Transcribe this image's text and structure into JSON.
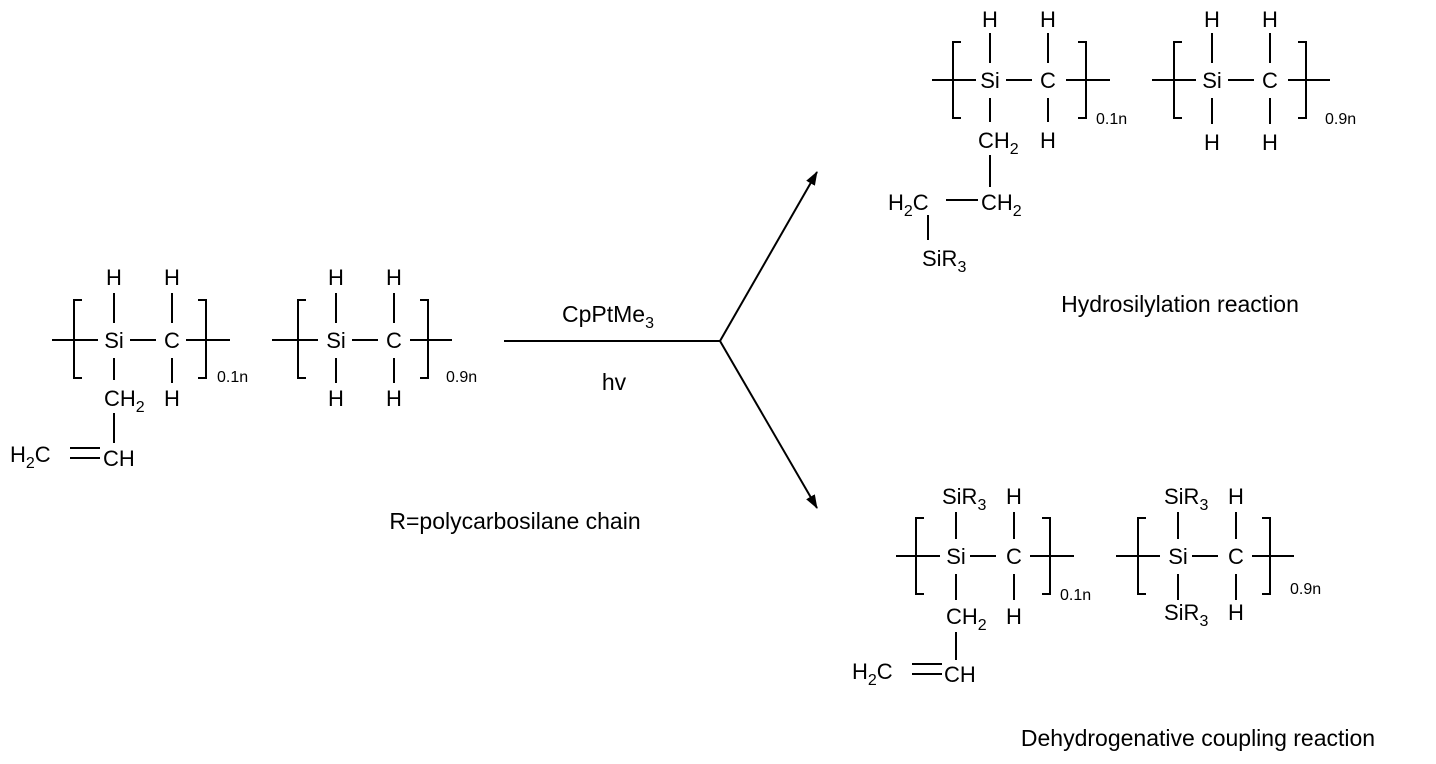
{
  "reagents": {
    "catalyst_main": "CpPtMe",
    "catalyst_sub": "3",
    "condition": "hv"
  },
  "note": "R=polycarbosilane chain",
  "atoms": {
    "si": "Si",
    "c": "C",
    "h": "H",
    "ch_main": "CH",
    "ch2_sub": "2",
    "h2_main": "H",
    "h2_sub": "2",
    "sir_main": "SiR",
    "sir_sub": "3"
  },
  "repeat": {
    "a": "0.1n",
    "b": "0.9n"
  },
  "products": {
    "upper_label": "Hydrosilylation reaction",
    "lower_label": "Dehydrogenative coupling reaction"
  }
}
